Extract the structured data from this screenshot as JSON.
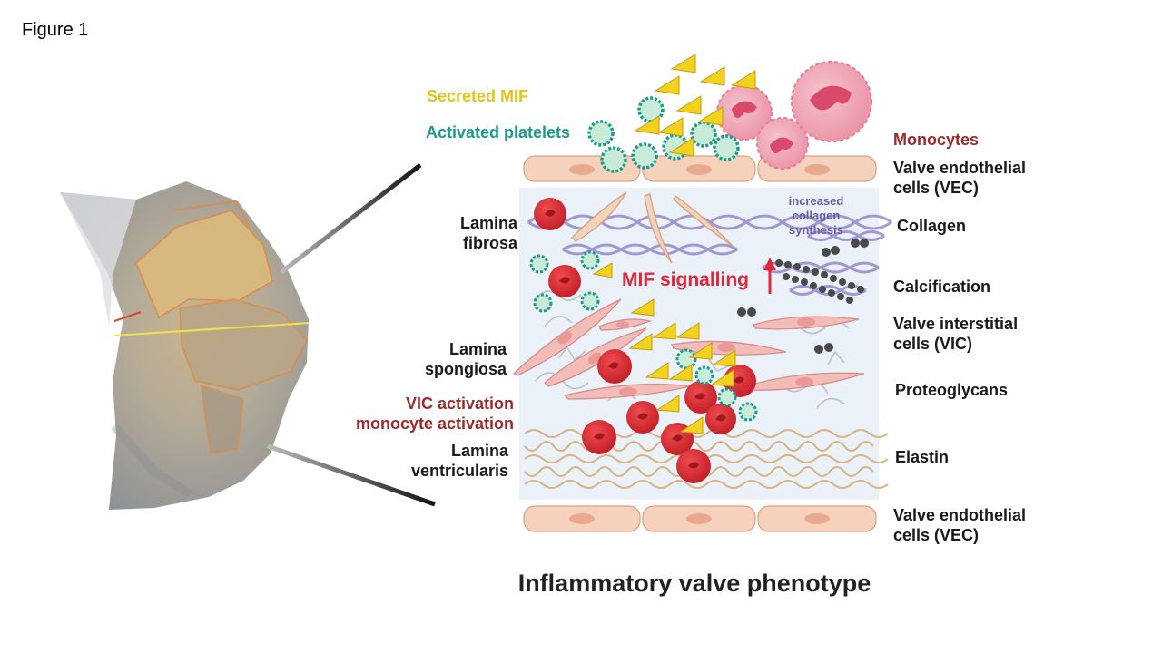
{
  "figure_label": "Figure 1",
  "title": "Inflammatory valve phenotype",
  "labels": {
    "secreted_mif": "Secreted MIF",
    "activated_platelets": "Activated platelets",
    "monocytes": "Monocytes",
    "vec_top_line1": "Valve endothelial",
    "vec_top_line2": "cells (VEC)",
    "collagen_synthesis_line1": "increased collagen",
    "collagen_synthesis_line2": "synthesis",
    "collagen": "Collagen",
    "calcification": "Calcification",
    "vic_line1": "Valve interstitial",
    "vic_line2": "cells (VIC)",
    "proteoglycans": "Proteoglycans",
    "elastin": "Elastin",
    "vec_bottom_line1": "Valve endothelial",
    "vec_bottom_line2": "cells (VEC)",
    "lamina_fibrosa_line1": "Lamina",
    "lamina_fibrosa_line2": "fibrosa",
    "lamina_spongiosa_line1": "Lamina",
    "lamina_spongiosa_line2": "spongiosa",
    "lamina_ventricularis_line1": "Lamina",
    "lamina_ventricularis_line2": "ventricularis",
    "vic_activation": "VIC activation",
    "monocyte_activation": "monocyte activation",
    "mif_signalling": "MIF signalling"
  },
  "colors": {
    "mif_yellow": "#e6c21a",
    "platelet_teal": "#1d9a8c",
    "monocyte_red": "#9e2a2b",
    "collagen_purple": "#6b5aa8",
    "mif_signal_red": "#e0263a",
    "dark_text": "#1a1a1a"
  }
}
